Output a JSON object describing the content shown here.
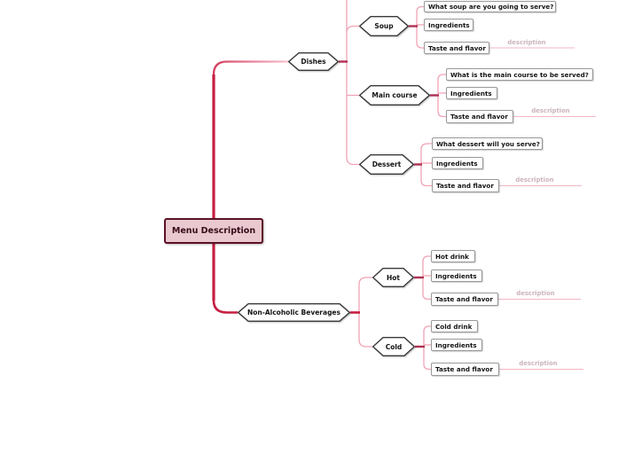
{
  "mindmap": {
    "root": {
      "id": "menu-description",
      "label": "Menu Description"
    },
    "hexes": [
      {
        "id": "dishes",
        "label": "Dishes"
      },
      {
        "id": "soup",
        "label": "Soup"
      },
      {
        "id": "main-course",
        "label": "Main course"
      },
      {
        "id": "dessert",
        "label": "Dessert"
      },
      {
        "id": "non-alcoholic-beverages",
        "label": "Non-Alcoholic Beverages"
      },
      {
        "id": "hot",
        "label": "Hot"
      },
      {
        "id": "cold",
        "label": "Cold"
      }
    ],
    "boxes": [
      {
        "id": "soup-question",
        "label": "What soup are you going to serve?"
      },
      {
        "id": "soup-ingredients",
        "label": "Ingredients"
      },
      {
        "id": "soup-taste-and-flavor",
        "label": "Taste and flavor"
      },
      {
        "id": "main-course-question",
        "label": "What is the main course to be served?"
      },
      {
        "id": "main-course-ingredients",
        "label": "Ingredients"
      },
      {
        "id": "main-course-taste-and-flavor",
        "label": "Taste and flavor"
      },
      {
        "id": "dessert-question",
        "label": "What dessert will you serve?"
      },
      {
        "id": "dessert-ingredients",
        "label": "Ingredients"
      },
      {
        "id": "dessert-taste-and-flavor",
        "label": "Taste and flavor"
      },
      {
        "id": "hot-drink",
        "label": "Hot drink"
      },
      {
        "id": "hot-ingredients",
        "label": "Ingredients"
      },
      {
        "id": "hot-taste-and-flavor",
        "label": "Taste and flavor"
      },
      {
        "id": "cold-drink",
        "label": "Cold drink"
      },
      {
        "id": "cold-ingredients",
        "label": "Ingredients"
      },
      {
        "id": "cold-taste-and-flavor",
        "label": "Taste and flavor"
      }
    ],
    "descriptions": [
      {
        "id": "soup-description",
        "label": "description"
      },
      {
        "id": "main-course-description",
        "label": "description"
      },
      {
        "id": "dessert-description",
        "label": "description"
      },
      {
        "id": "hot-description",
        "label": "description"
      },
      {
        "id": "cold-description",
        "label": "description"
      }
    ],
    "colors": {
      "trunk": "#c51f42",
      "branch_pink": "#f0a3b5",
      "stub_red": "#b03052",
      "desc_line": "#f3b7c3",
      "desc_text": "#cbb4bb",
      "hex_border": "#3a3a3a",
      "box_border": "#999999",
      "node_text": "#141414",
      "root_fill": "#e9c8d0",
      "root_border": "#5c1226",
      "root_text": "#380a18"
    }
  }
}
